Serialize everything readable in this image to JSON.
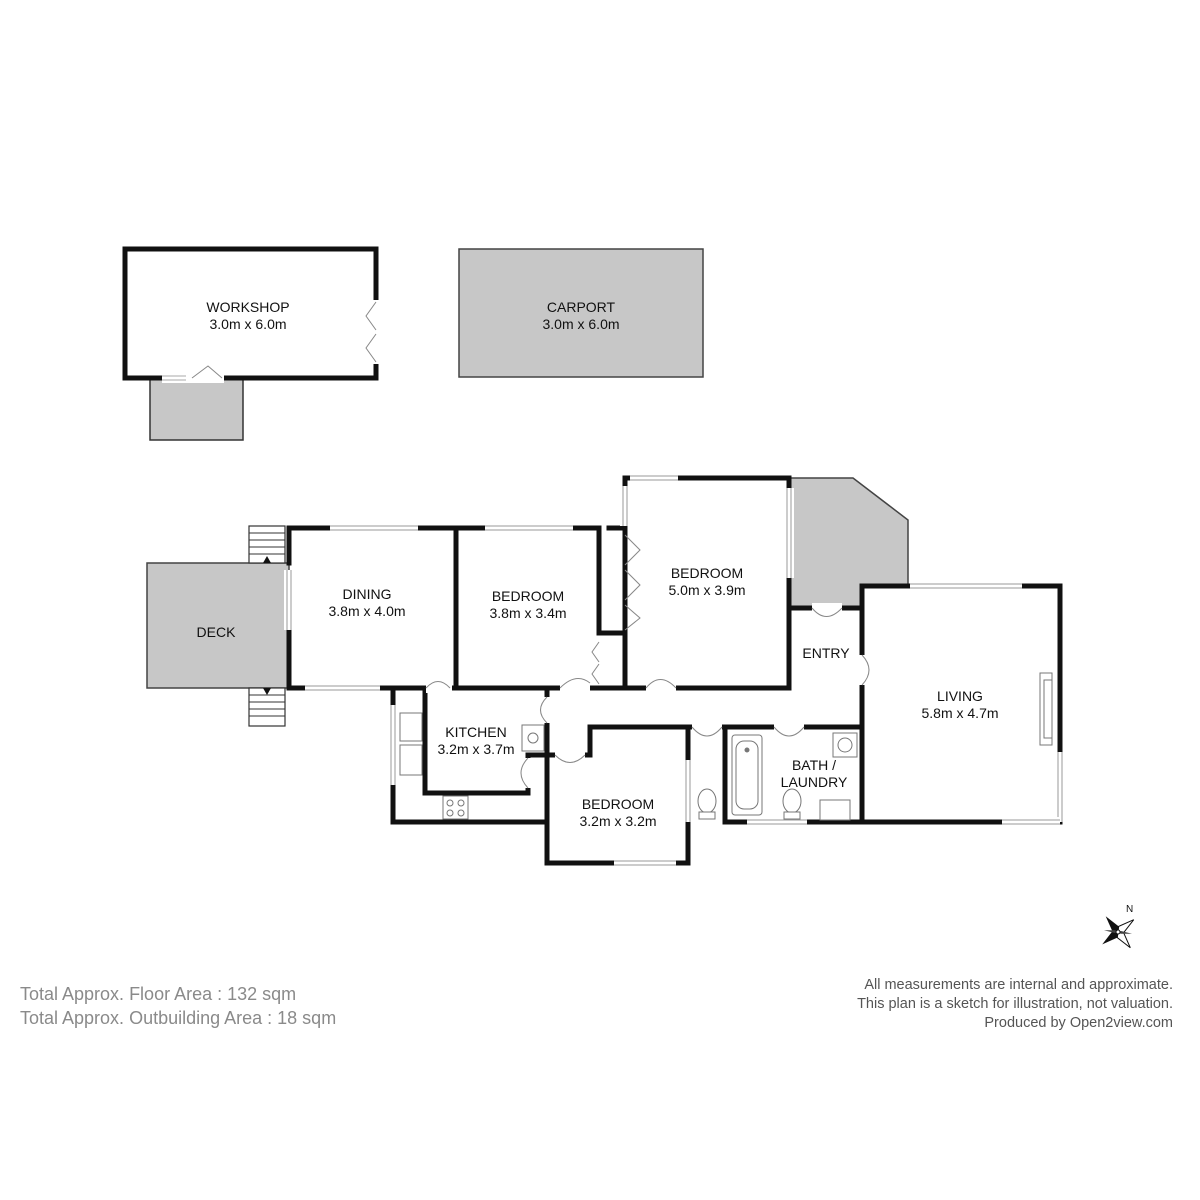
{
  "rooms": {
    "workshop": {
      "name": "WORKSHOP",
      "size": "3.0m x 6.0m"
    },
    "carport": {
      "name": "CARPORT",
      "size": "3.0m x 6.0m"
    },
    "deck": {
      "name": "DECK"
    },
    "dining": {
      "name": "DINING",
      "size": "3.8m x 4.0m"
    },
    "bedroom1": {
      "name": "BEDROOM",
      "size": "3.8m x 3.4m"
    },
    "bedroom2": {
      "name": "BEDROOM",
      "size": "5.0m x 3.9m"
    },
    "entry": {
      "name": "ENTRY"
    },
    "living": {
      "name": "LIVING",
      "size": "5.8m x 4.7m"
    },
    "kitchen": {
      "name": "KITCHEN",
      "size": "3.2m x 3.7m"
    },
    "bedroom3": {
      "name": "BEDROOM",
      "size": "3.2m x 3.2m"
    },
    "bath": {
      "name_line1": "BATH /",
      "name_line2": "LAUNDRY"
    }
  },
  "areas": {
    "floor": "Total Approx. Floor Area : 132 sqm",
    "outbuilding": "Total Approx. Outbuilding Area : 18 sqm"
  },
  "disclaimer": {
    "line1": "All measurements are internal and approximate.",
    "line2": "This plan is a sketch for illustration, not valuation.",
    "line3": "Produced by Open2view.com"
  },
  "compass": {
    "label": "N"
  },
  "colors": {
    "wall": "#111111",
    "fill_grey": "#c7c7c7",
    "background": "#ffffff"
  }
}
